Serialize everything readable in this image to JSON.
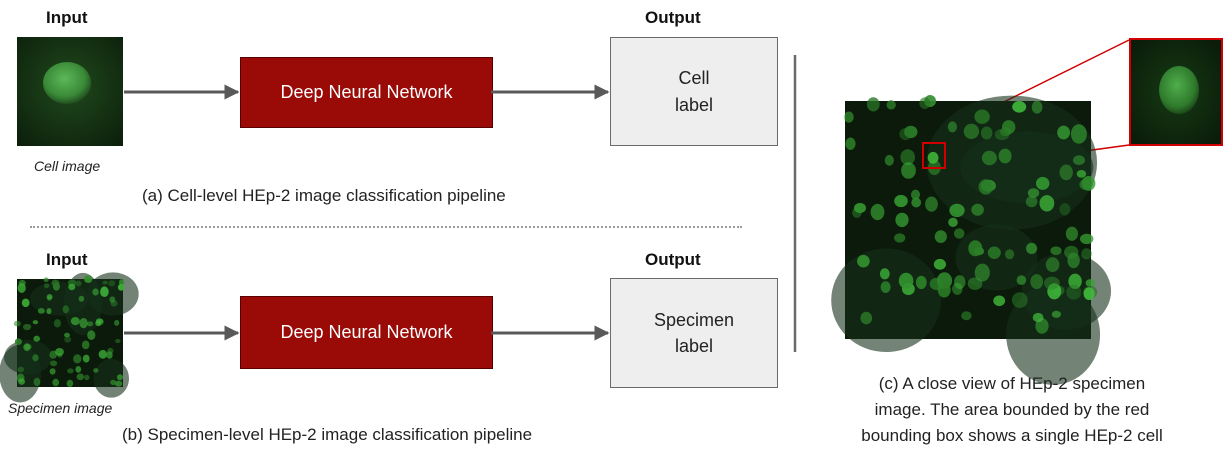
{
  "panel_a": {
    "input_heading": "Input",
    "output_heading": "Output",
    "input_caption": "Cell image",
    "network_label": "Deep Neural Network",
    "output_label_line1": "Cell",
    "output_label_line2": "label",
    "caption": "(a) Cell-level HEp-2 image classification pipeline"
  },
  "panel_b": {
    "input_heading": "Input",
    "output_heading": "Output",
    "input_caption": "Specimen image",
    "network_label": "Deep Neural Network",
    "output_label_line1": "Specimen",
    "output_label_line2": "label",
    "caption": "(b) Specimen-level HEp-2 image classification pipeline"
  },
  "panel_c": {
    "caption_line1": "(c) A close view of HEp-2 specimen",
    "caption_line2": "image. The area bounded by the red",
    "caption_line3": "bounding box shows a single HEp-2 cell"
  },
  "colors": {
    "network_fill": "#9a0a06",
    "output_fill": "#eeeeee",
    "highlight_box": "#d00000",
    "cell_green": "#3fa23a"
  }
}
